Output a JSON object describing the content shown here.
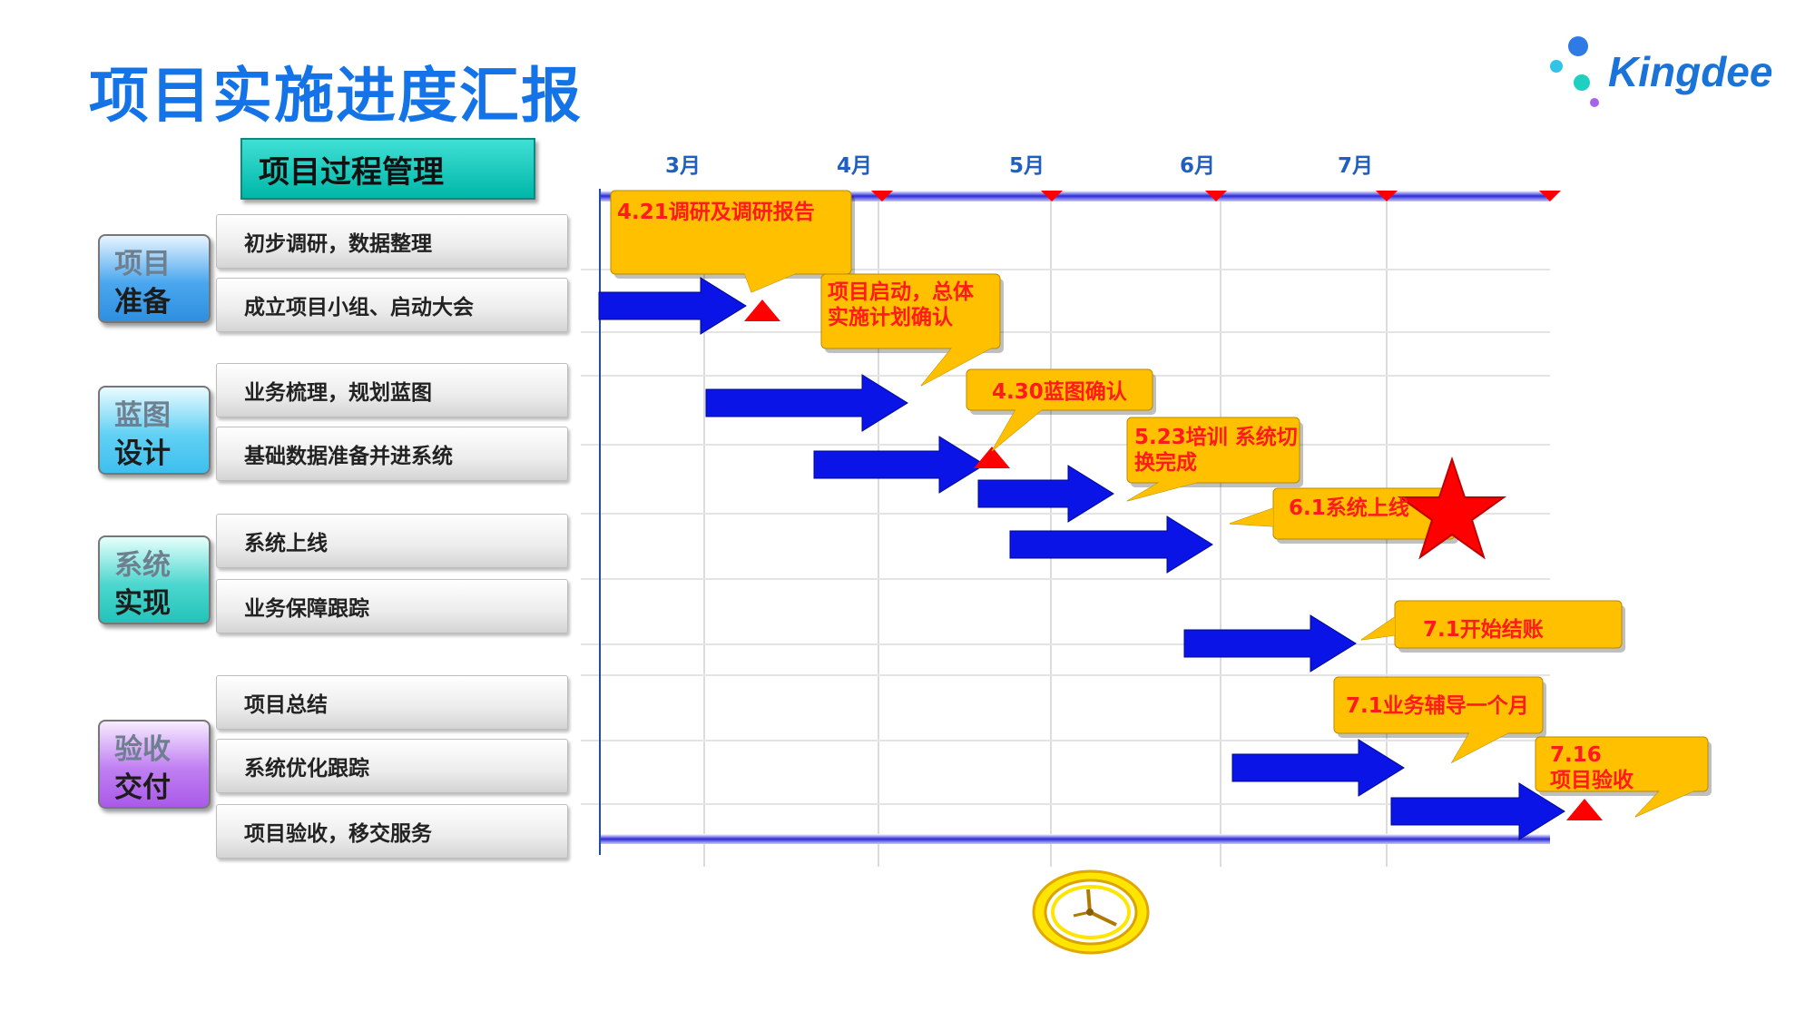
{
  "title": "项目实施进度汇报",
  "logo": {
    "text": "Kingdee"
  },
  "header": "项目过程管理",
  "phases": [
    {
      "line1": "项目",
      "line2": "准备"
    },
    {
      "line1": "蓝图",
      "line2": "设计"
    },
    {
      "line1": "系统",
      "line2": "实现"
    },
    {
      "line1": "验收",
      "line2": "交付"
    }
  ],
  "tasks": [
    "初步调研，数据整理",
    "成立项目小组、启动大会",
    "业务梳理，规划蓝图",
    "基础数据准备并进系统",
    "系统上线",
    "业务保障跟踪",
    "项目总结",
    "系统优化跟踪",
    "项目验收，移交服务"
  ],
  "months": [
    "3月",
    "4月",
    "5月",
    "6月",
    "7月"
  ],
  "callouts": [
    {
      "lines": [
        "4.21调研及调研报告"
      ]
    },
    {
      "lines": [
        "项目启动，总体",
        "实施计划确认"
      ]
    },
    {
      "lines": [
        "4.30蓝图确认"
      ]
    },
    {
      "lines": [
        "5.23培训 系统切",
        "换完成"
      ]
    },
    {
      "lines": [
        "6.1系统上线"
      ]
    },
    {
      "lines": [
        "7.1开始结账"
      ]
    },
    {
      "lines": [
        "7.1业务辅导一个月"
      ]
    },
    {
      "lines": [
        "7.16",
        "项目验收"
      ]
    }
  ],
  "colors": {
    "title": "#1473e6",
    "arrow": "#0a14e6",
    "callout": "#ffc000",
    "callout_text": "#ff1b1b",
    "milestone": "#ff0000",
    "month": "#1f5fbf"
  }
}
